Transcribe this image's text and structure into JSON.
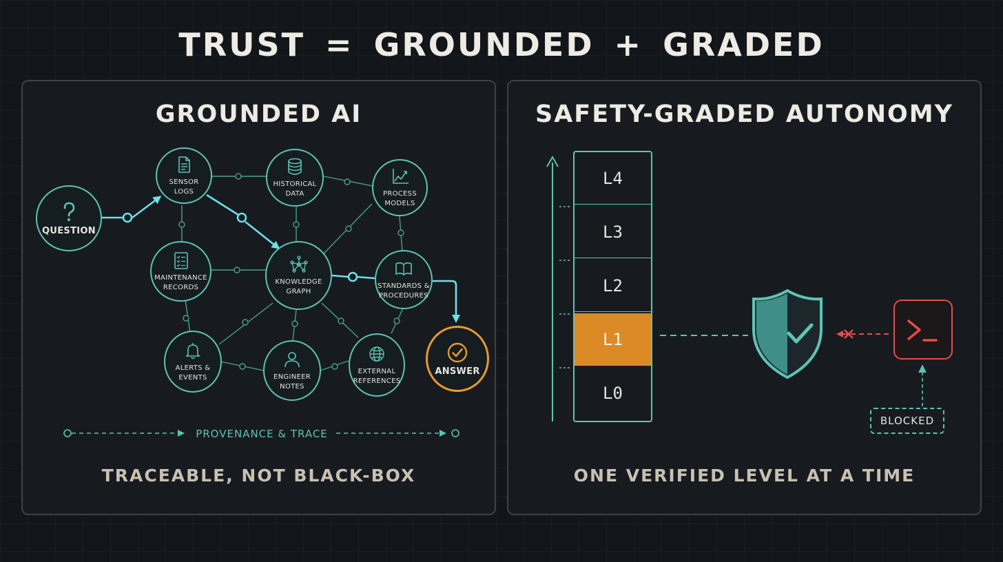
{
  "title": "TRUST = GROUNDED + GRADED",
  "left_panel": {
    "title": "GROUNDED AI",
    "caption": "TRACEABLE, NOT BLACK-BOX",
    "provenance_label": "PROVENANCE & TRACE",
    "nodes": {
      "question": "QUESTION",
      "sensor_logs": "SENSOR\nLOGS",
      "historical_data": "HISTORICAL\nDATA",
      "process_models": "PROCESS\nMODELS",
      "maintenance_records": "MAINTENANCE\nRECORDS",
      "knowledge_graph": "KNOWLEDGE\nGRAPH",
      "standards_procedures": "STANDARDS &\nPROCEDURES",
      "alerts_events": "ALERTS &\nEVENTS",
      "engineer_notes": "ENGINEER\nNOTES",
      "external_references": "EXTERNAL\nREFERENCES",
      "answer": "ANSWER"
    }
  },
  "right_panel": {
    "title": "SAFETY-GRADED AUTONOMY",
    "caption": "ONE VERIFIED LEVEL AT A TIME",
    "levels": [
      "L4",
      "L3",
      "L2",
      "L1",
      "L0"
    ],
    "active_level": "L1",
    "blocked_label": "BLOCKED"
  },
  "colors": {
    "accent": "#5ec4b4",
    "highlight": "#e89a2e",
    "danger": "#e0504b"
  },
  "icons": {
    "question": "question-mark-icon",
    "sensor_logs": "document-icon",
    "historical_data": "database-icon",
    "process_models": "line-chart-icon",
    "maintenance_records": "checklist-icon",
    "knowledge_graph": "network-graph-icon",
    "standards_procedures": "open-book-icon",
    "alerts_events": "bell-icon",
    "engineer_notes": "user-icon",
    "external_references": "globe-icon",
    "answer": "checkmark-icon",
    "shield": "shield-check-icon",
    "terminal": "terminal-prompt-icon"
  }
}
